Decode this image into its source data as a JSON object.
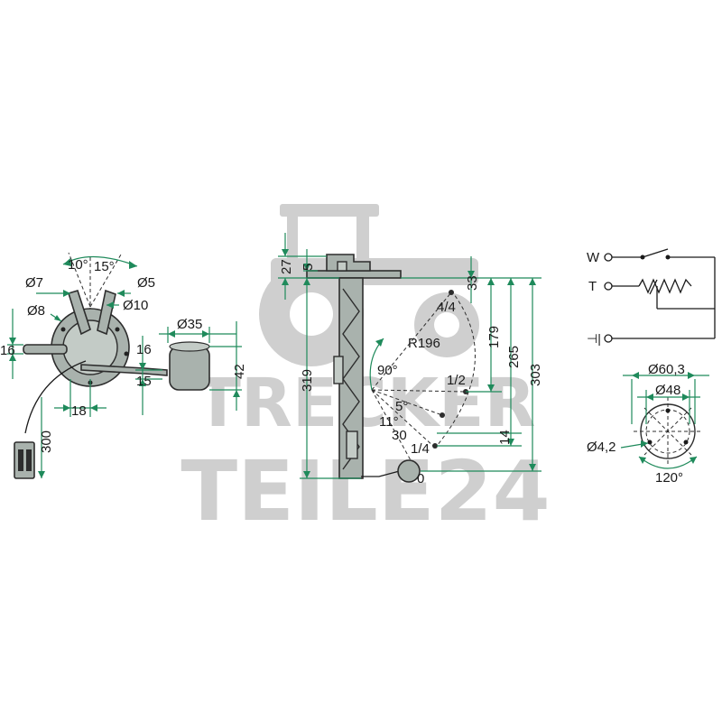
{
  "watermark": {
    "line1": "TRECKER",
    "line2": "TEILE24"
  },
  "left_view": {
    "angle_a": "10°",
    "angle_b": "15°",
    "dia_7": "Ø7",
    "dia_5": "Ø5",
    "dia_8": "Ø8",
    "dia_10": "Ø10",
    "dia_35": "Ø35",
    "dim_16_left": "16",
    "dim_16_right": "16",
    "dim_15": "15",
    "dim_42": "42",
    "dim_18": "18",
    "dim_300": "300"
  },
  "middle_view": {
    "dim_27": "27",
    "dim_5": "5",
    "dim_33": "33",
    "dim_319": "319",
    "dim_179": "179",
    "dim_265": "265",
    "dim_303": "303",
    "dim_14": "14",
    "radius": "R196",
    "angle_90": "90°",
    "angle_5": "5°",
    "angle_11": "11°",
    "dim_30": "30",
    "level_full": "4/4",
    "level_half": "1/2",
    "level_quarter": "1/4",
    "level_empty": "0"
  },
  "circuit": {
    "label_w": "W",
    "label_t": "T",
    "label_ground": "⊣|"
  },
  "flange_view": {
    "dia_60": "Ø60,3",
    "dia_48": "Ø48",
    "hole": "Ø4,2",
    "angle": "120°"
  }
}
